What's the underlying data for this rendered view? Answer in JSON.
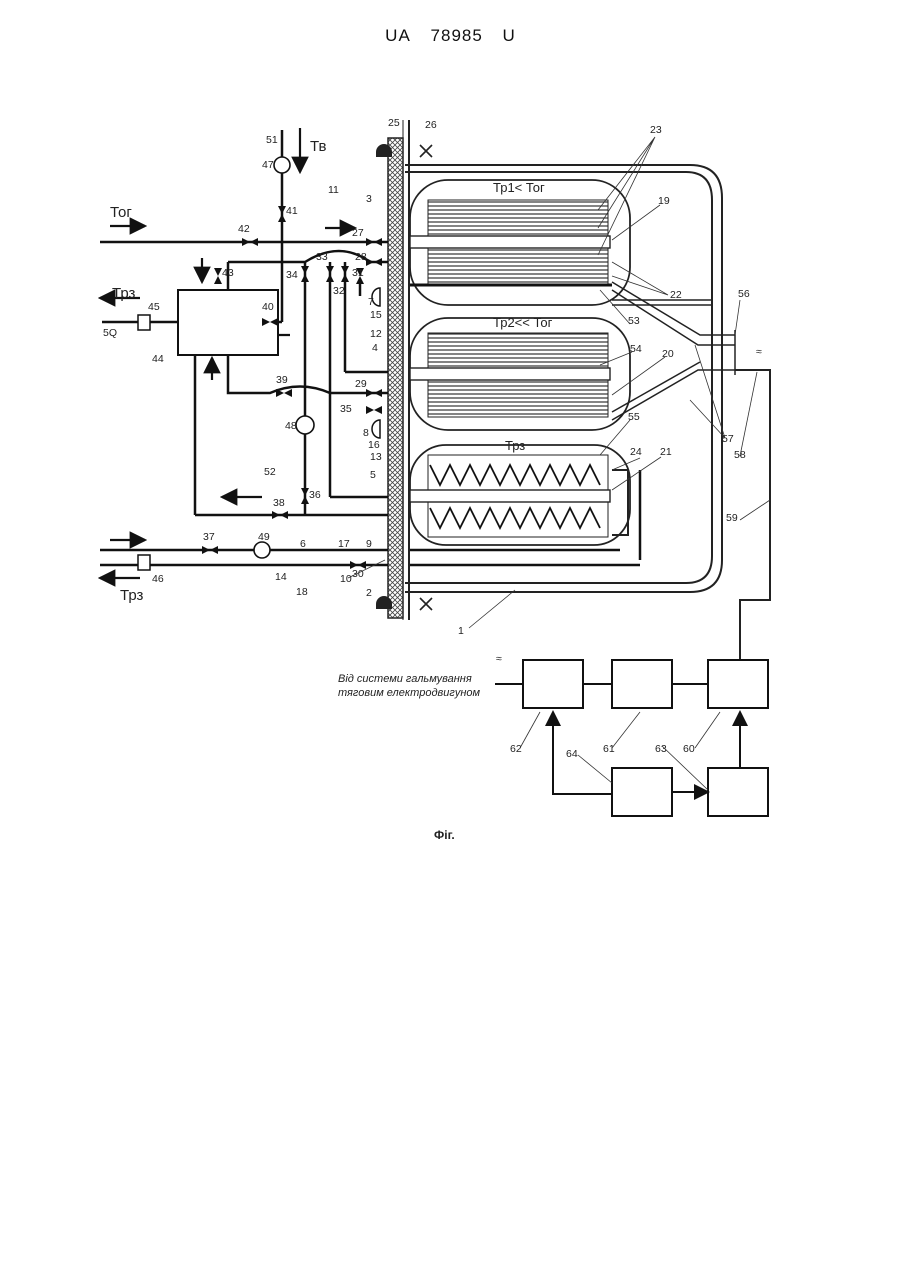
{
  "header": {
    "country": "UA",
    "number": "78985",
    "kind": "U"
  },
  "figure": {
    "caption": "Фіг."
  },
  "temperatures": {
    "t_v": "Тв",
    "t_og": "Тог",
    "t_rz_upper": "Трз",
    "t_rz_lower": "Трз",
    "chamber1": "Тр1< Тог",
    "chamber2": "Тр2<< Тог",
    "chamber3": "Трз"
  },
  "block_diagram": {
    "input_caption_line1": "Від системи гальмування",
    "input_caption_line2": "тяговим електродвигуном",
    "ac_symbol": "≈"
  },
  "labels": {
    "n1": "1",
    "n2": "2",
    "n3": "3",
    "n4": "4",
    "n5": "5",
    "n6": "6",
    "n7": "7",
    "n8": "8",
    "n9": "9",
    "n10": "10",
    "n11": "11",
    "n12": "12",
    "n13": "13",
    "n14": "14",
    "n15": "15",
    "n16": "16",
    "n17": "17",
    "n18": "18",
    "n19": "19",
    "n20": "20",
    "n21": "21",
    "n22": "22",
    "n23": "23",
    "n24": "24",
    "n25": "25",
    "n26": "26",
    "n27": "27",
    "n28": "28",
    "n29": "29",
    "n30": "30",
    "n31": "31",
    "n32": "32",
    "n33": "33",
    "n34": "34",
    "n35": "35",
    "n36": "36",
    "n37": "37",
    "n38": "38",
    "n39": "39",
    "n40": "40",
    "n41": "41",
    "n42": "42",
    "n43": "43",
    "n44": "44",
    "n45": "45",
    "n46": "46",
    "n47": "47",
    "n48": "48",
    "n49": "49",
    "n50": "5Q",
    "n51": "51",
    "n52": "52",
    "n53": "53",
    "n54": "54",
    "n55": "55",
    "n56": "56",
    "n57": "57",
    "n58": "58",
    "n59": "59",
    "n60": "60",
    "n61": "61",
    "n62": "62",
    "n63": "63",
    "n64": "64"
  },
  "colors": {
    "ink": "#222222",
    "paper": "#ffffff",
    "hatch": "#555555"
  }
}
